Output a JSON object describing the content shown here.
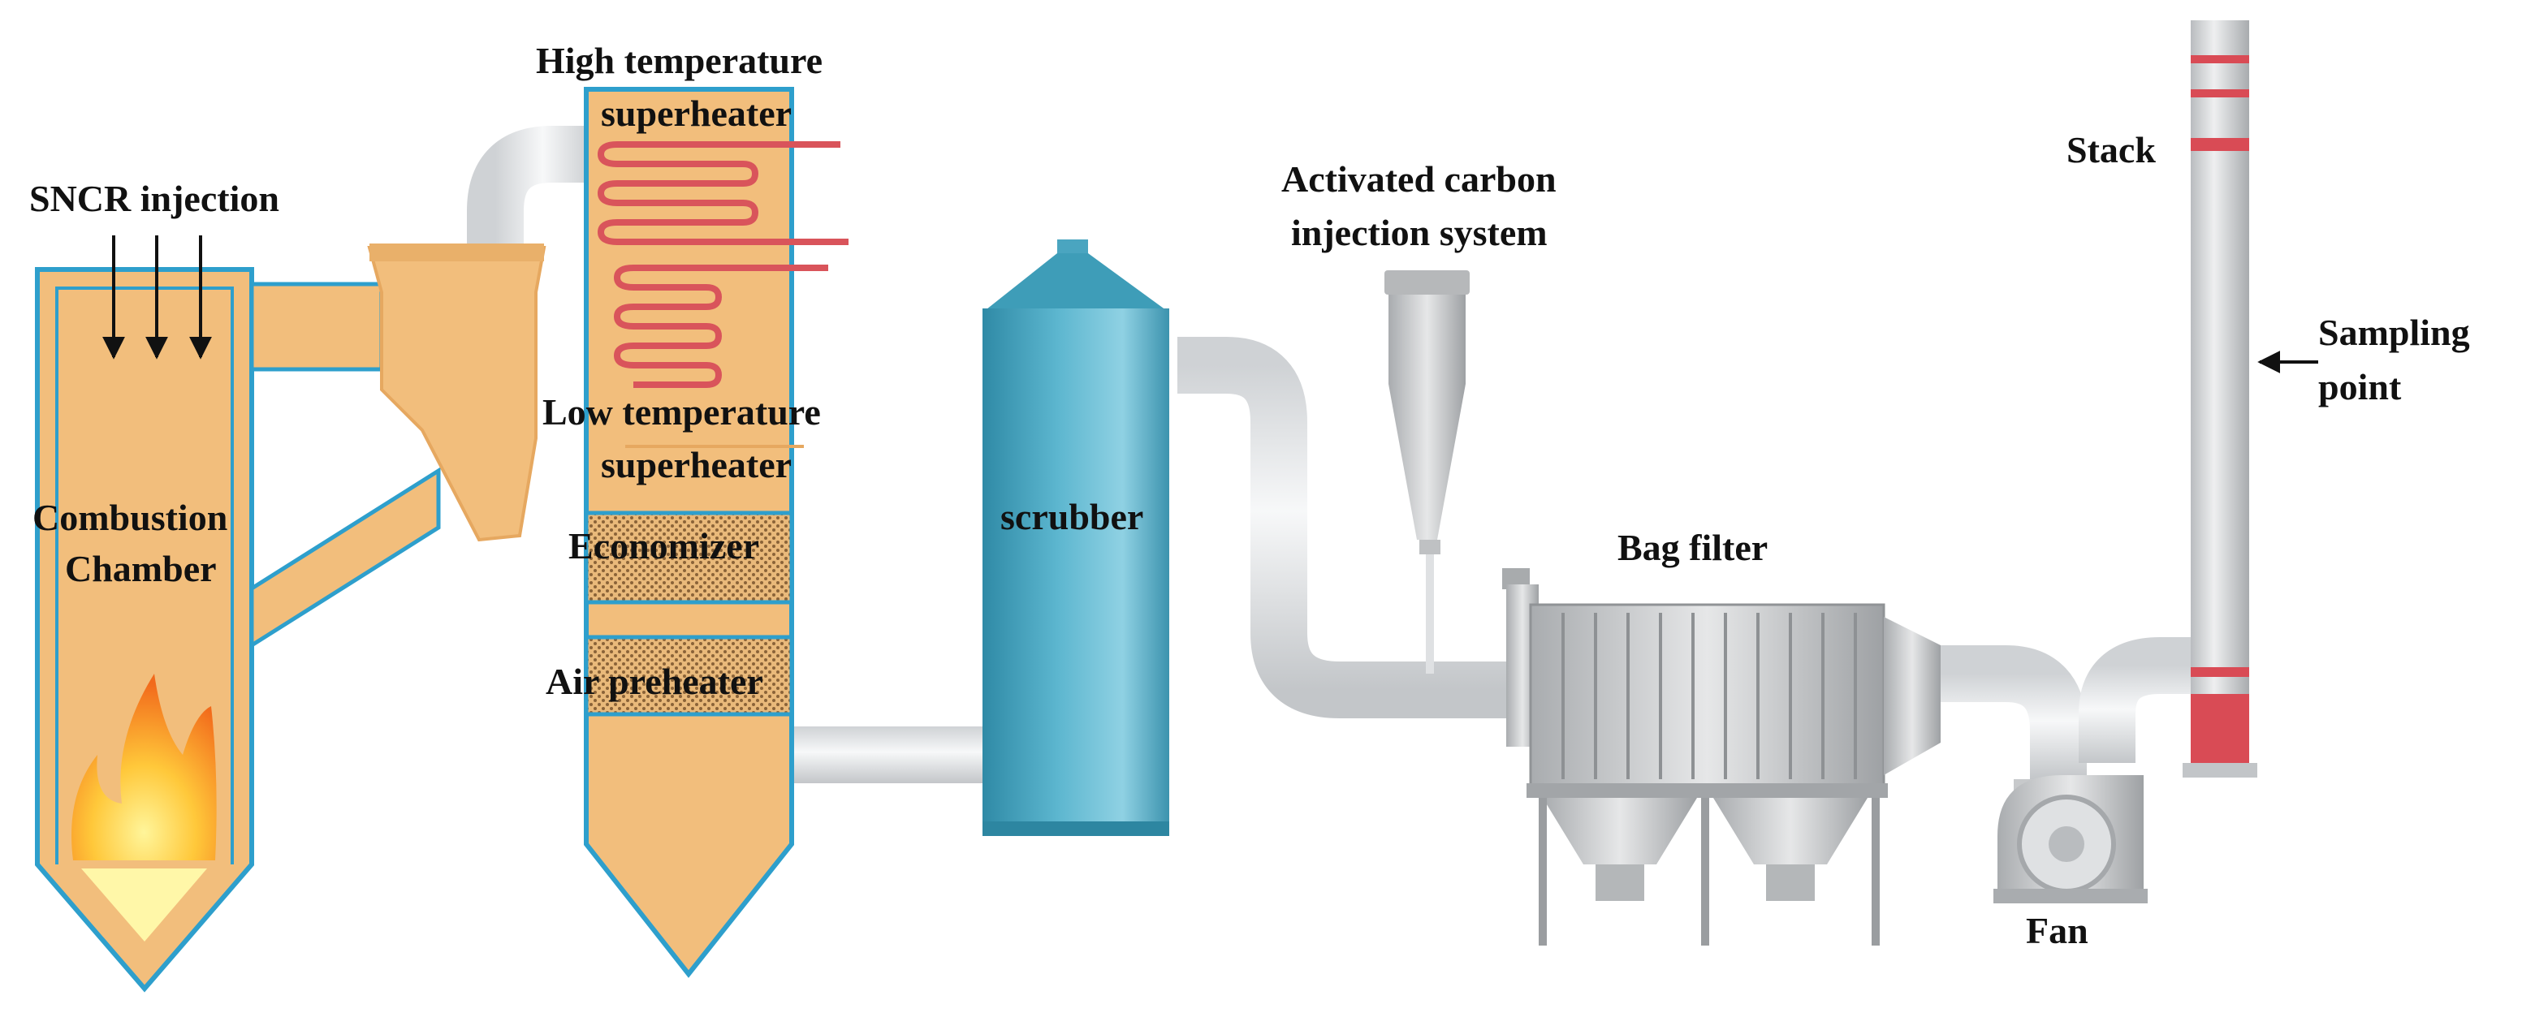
{
  "labels": {
    "sncr_injection": "SNCR injection",
    "combustion_1": "Combustion",
    "combustion_2": "Chamber",
    "high_temp_1": "High temperature",
    "high_temp_2": "superheater",
    "low_temp_1": "Low temperature",
    "low_temp_2": "superheater",
    "economizer": "Economizer",
    "air_preheater": "Air preheater",
    "scrubber": "scrubber",
    "activated_1": "Activated carbon",
    "activated_2": "injection system",
    "bag_filter": "Bag filter",
    "fan": "Fan",
    "stack": "Stack",
    "sampling_1": "Sampling",
    "sampling_2": "point"
  },
  "colors": {
    "boiler_fill": "#F2BE7C",
    "boiler_outline": "#2E9FCC",
    "coil": "#D9545B",
    "pipe": "#E4E6E8",
    "scrubber": "#3E9DB8",
    "steel": "#C6C8CA",
    "stack_band": "#D94B55",
    "flame": "#F4A126"
  }
}
